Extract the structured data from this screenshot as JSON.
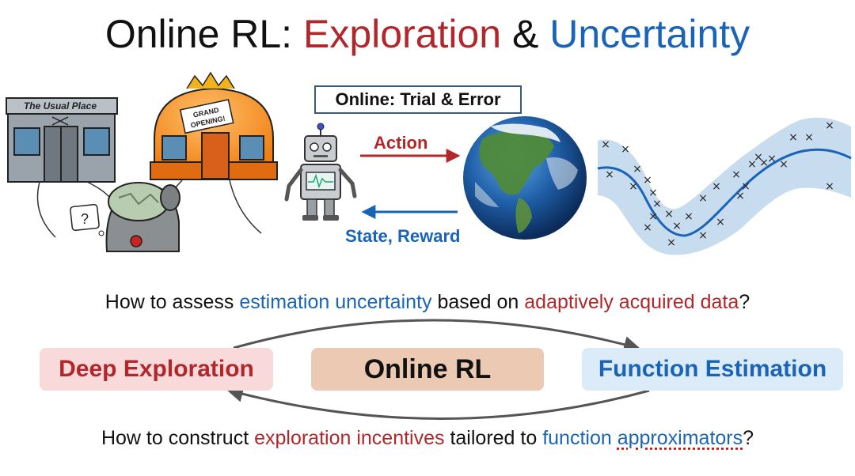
{
  "title": {
    "prefix": "Online RL: ",
    "exploration": "Exploration",
    "amp": " & ",
    "uncertainty": "Uncertainty"
  },
  "illustration": {
    "restaurant_sign": "The Usual Place",
    "grand_opening_sign": [
      "GRAND",
      "OPENING!"
    ],
    "thought_bubble": "?"
  },
  "interaction": {
    "box_label": "Online: Trial & Error",
    "action_label": "Action",
    "state_reward_label": "State, Reward"
  },
  "question_top": {
    "part1": "How to assess ",
    "part2": "estimation uncertainty",
    "part3": " based on ",
    "part4": "adaptively acquired data",
    "part5": "?"
  },
  "cycle": {
    "left": "Deep Exploration",
    "center": "Online RL",
    "right": "Function Estimation"
  },
  "question_bottom": {
    "part1": "How to construct ",
    "part2": "exploration incentives",
    "part3": " tailored to ",
    "part4": "function",
    "part5": " ",
    "part6": "approximators",
    "part7": "?"
  },
  "colors": {
    "red": "#b2272b",
    "blue": "#1a64b8",
    "left_chip_bg": "#f8dada",
    "center_chip_bg": "#ecc9b3",
    "right_chip_bg": "#dcebf8"
  }
}
